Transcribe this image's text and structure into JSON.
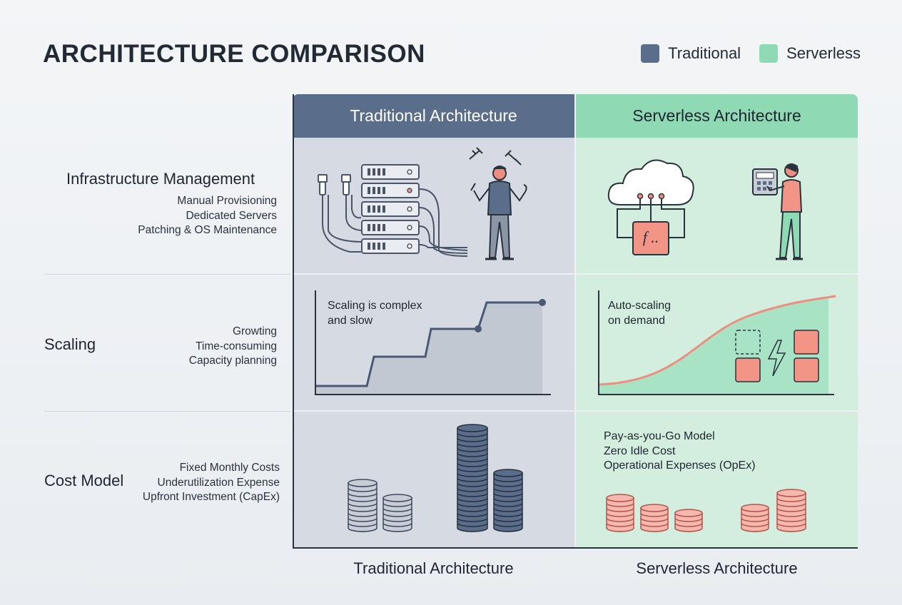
{
  "title": "ARCHITECTURE COMPARISON",
  "legend": [
    {
      "label": "Traditional",
      "color": "#5a6d8b"
    },
    {
      "label": "Serverless",
      "color": "#8fdab5"
    }
  ],
  "columns": {
    "traditional": "Traditional Architecture",
    "serverless": "Serverless Architecture"
  },
  "rows": [
    {
      "label": "Infrastructure Management",
      "details": [
        "Manual Provisioning",
        "Dedicated Servers",
        "Patching & OS Maintenance"
      ]
    },
    {
      "label": "Scaling",
      "details": [
        "Growting",
        "Time-consuming",
        "Capacity planning"
      ]
    },
    {
      "label": "Cost Model",
      "details": [
        "Fixed Monthly Costs",
        "Underutilization Expense",
        "Upfront Investment (CapEx)"
      ]
    }
  ],
  "cells": {
    "trad_scaling": [
      "Scaling is complex",
      "and slow"
    ],
    "sls_scaling": [
      "Auto-scaling",
      "on demand"
    ],
    "sls_cost": [
      "Pay-as-you-Go Model",
      "Zero Idle Cost",
      "Operational Expenses (OpEx)"
    ],
    "function_symbol": "f .."
  },
  "footer": {
    "traditional": "Traditional Architecture",
    "serverless": "Serverless Architecture"
  },
  "colors": {
    "traditional": "#5a6d8b",
    "serverless": "#8fdab5",
    "accent": "#ee8e80",
    "line": "#4a5568"
  }
}
